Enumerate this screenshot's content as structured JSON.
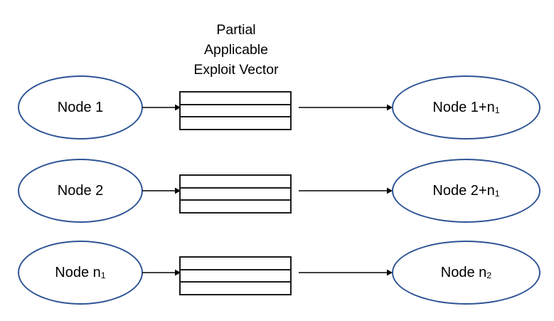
{
  "diagram": {
    "title_label": "Partial\nApplicable\nExploit Vector",
    "colors": {
      "node_border": "#2E5496",
      "box_border": "#1A1A1A",
      "arrow": "#000000",
      "background": "#FFFFFF",
      "text": "#000000"
    },
    "rows": [
      {
        "left_node": "Node 1",
        "left_node_text": "Node 1",
        "left_node_sub": "",
        "right_node_text": "Node 1+n",
        "right_node_sub": "1",
        "vector_rows": 3,
        "arrow_in": "arrow-right",
        "arrow_out": "arrow-right"
      },
      {
        "left_node": "Node 2",
        "left_node_text": "Node 2",
        "left_node_sub": "",
        "right_node_text": "Node 2+n",
        "right_node_sub": "1",
        "vector_rows": 3,
        "arrow_in": "arrow-right",
        "arrow_out": "arrow-right"
      },
      {
        "left_node": "Node n1",
        "left_node_text": "Node n",
        "left_node_sub": "1",
        "right_node_text": "Node n",
        "right_node_sub": "2",
        "vector_rows": 3,
        "arrow_in": "arrow-right",
        "arrow_out": "arrow-right"
      }
    ]
  }
}
